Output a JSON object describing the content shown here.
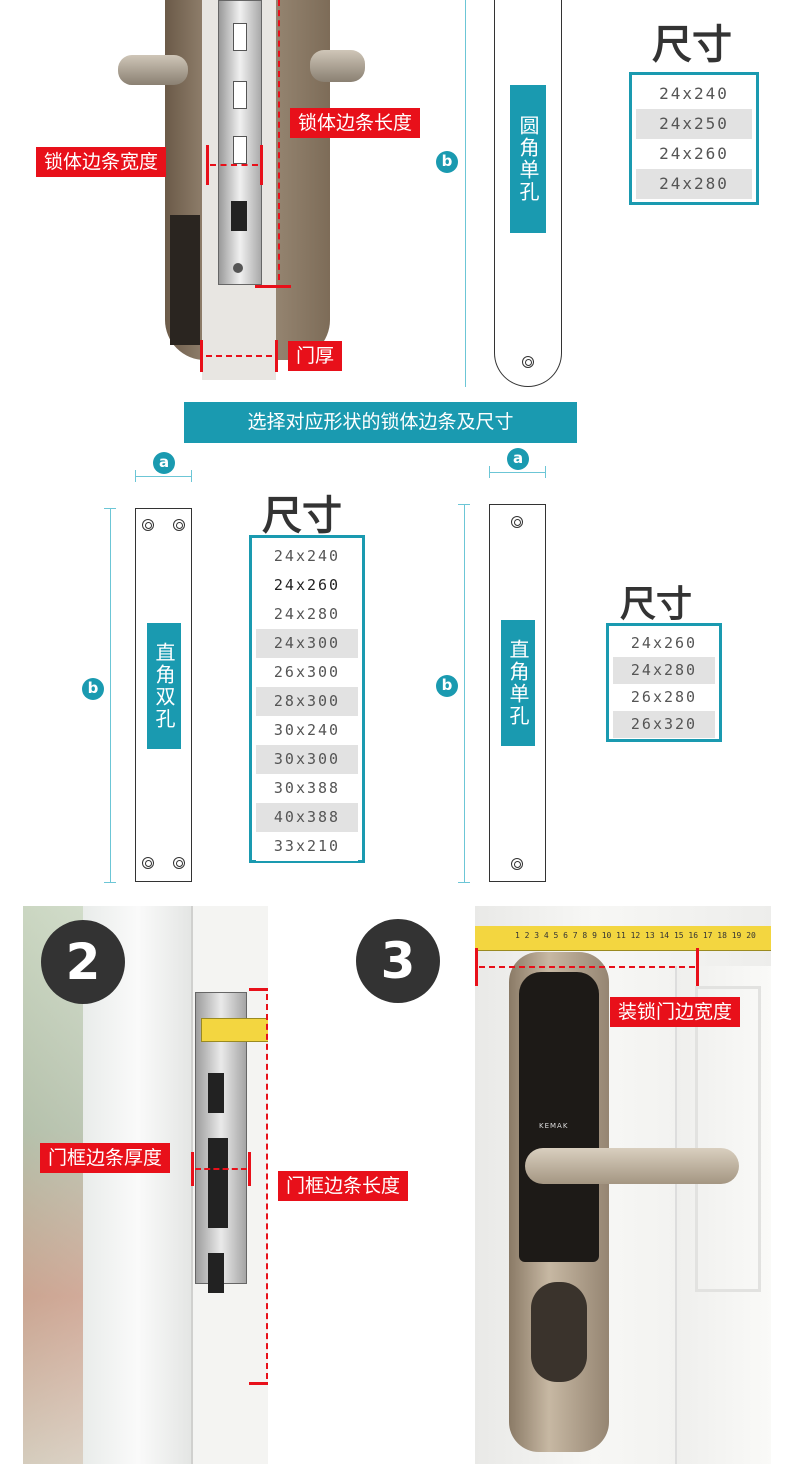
{
  "top": {
    "label_edge_width": "锁体边条宽度",
    "label_edge_length": "锁体边条长度",
    "label_door_thickness": "门厚",
    "round_plate_text": "圆角单孔",
    "b_marker": "b",
    "size_title": "尺寸",
    "sizes": [
      "24x240",
      "24x250",
      "24x260",
      "24x280"
    ]
  },
  "banner": "选择对应形状的锁体边条及尺寸",
  "double_hole": {
    "a_marker": "a",
    "b_marker": "b",
    "plate_text": "直角双孔",
    "size_title": "尺寸",
    "sizes": [
      "24x240",
      "24x260",
      "24x280",
      "24x300",
      "26x300",
      "28x300",
      "30x240",
      "30x300",
      "30x388",
      "40x388",
      "33x210"
    ]
  },
  "single_hole": {
    "a_marker": "a",
    "b_marker": "b",
    "plate_text": "直角单孔",
    "size_title": "尺寸",
    "sizes": [
      "24x260",
      "24x280",
      "26x280",
      "26x320"
    ]
  },
  "step2": {
    "number": "2",
    "label_frame_thickness": "门框边条厚度",
    "label_frame_length": "门框边条长度"
  },
  "step3": {
    "number": "3",
    "label_door_edge_width": "装锁门边宽度",
    "brand": "KEMAK",
    "tape_numbers": "1 2 3 4 5 6 7 8 9 10 11 12 13 14 15 16 17 18 19 20"
  },
  "colors": {
    "teal": "#1a9ab0",
    "red": "#e8101a"
  }
}
